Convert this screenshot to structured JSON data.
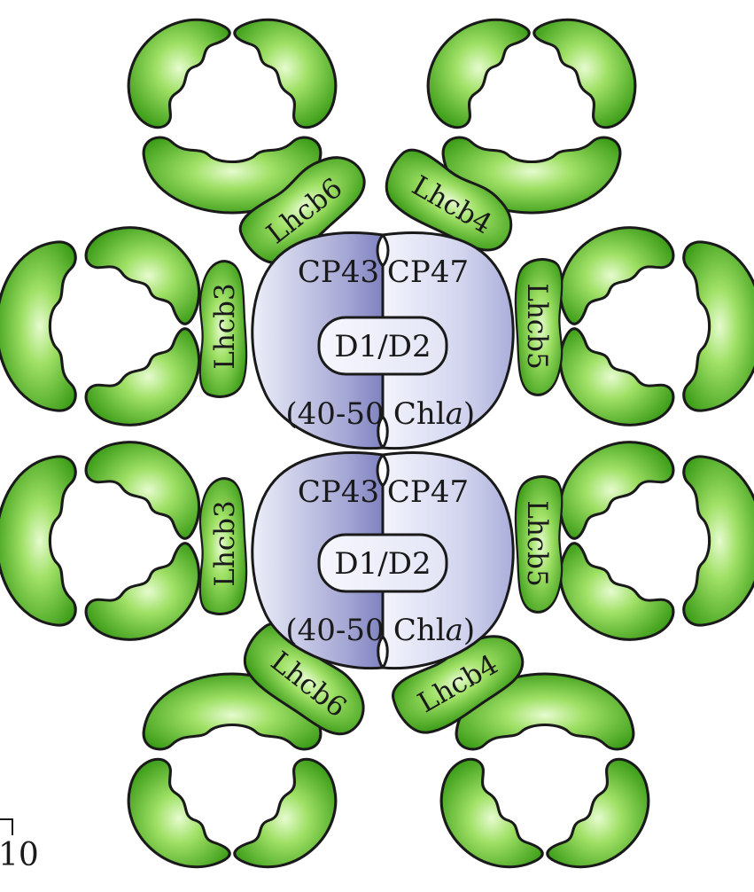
{
  "core_labels": {
    "cp43": "CP43",
    "cp47": "CP47",
    "d1d2": "D1/D2",
    "chl_left": "(40-50",
    "chl_right_prefix": "Chl",
    "chl_right_italic": "a",
    "chl_right_suffix": ")"
  },
  "antenna_labels": {
    "lhcb3": "Lhcb3",
    "lhcb4": "Lhcb4",
    "lhcb5": "Lhcb5",
    "lhcb6": "Lhcb6"
  },
  "scale_label": "10",
  "colors": {
    "green_light": "#d9f5b8",
    "green_mid": "#6cc433",
    "green_dark": "#2c8f0c",
    "core_left_dark": "#8d8fc9",
    "core_left_light": "#dcdff2",
    "core_right_dark": "#b8bbe2",
    "core_right_light": "#eef0fb",
    "outline": "#1a1a1a"
  }
}
